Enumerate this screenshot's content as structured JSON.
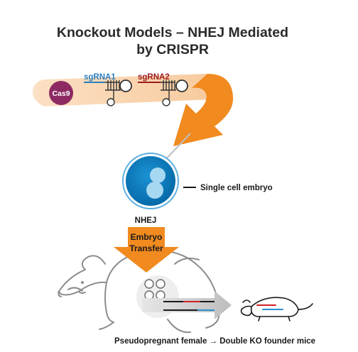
{
  "title": {
    "line1": "Knockout Models – NHEJ Mediated",
    "line2": "by CRISPR"
  },
  "labels": {
    "cas9": "Cas9",
    "sgrna1": "sgRNA1",
    "sgrna2": "sgRNA2",
    "single_cell_embryo": "Single cell embryo",
    "nhej": "NHEJ",
    "embryo_transfer_line1": "Embryo",
    "embryo_transfer_line2": "Transfer",
    "pseudopregnant_caption": "Pseudopregnant female → Double KO founder mice"
  },
  "colors": {
    "peach_band": "#f9d3ae",
    "orange_arrow": "#f18a1f",
    "cas9_purple": "#8e2a63",
    "sgrna1_blue": "#2a7fbf",
    "sgrna2_red": "#9d1e24",
    "embryo_blue": "#0d83c6",
    "cell_light_blue": "#a7d8f2",
    "gray_arrow": "#c9c9c9"
  }
}
